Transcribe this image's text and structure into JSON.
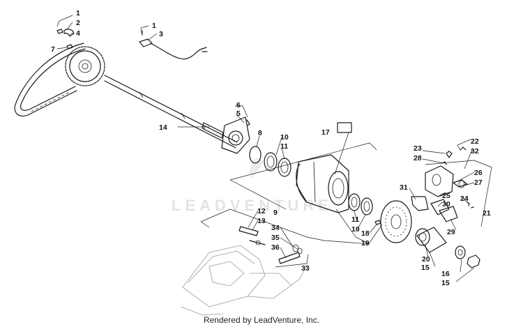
{
  "watermark": "LEADVENTURE",
  "footer": "Rendered by LeadVenture, Inc.",
  "callouts": [
    {
      "id": "c1a",
      "label": "1"
    },
    {
      "id": "c2",
      "label": "2"
    },
    {
      "id": "c4",
      "label": "4"
    },
    {
      "id": "c7",
      "label": "7"
    },
    {
      "id": "c1b",
      "label": "1"
    },
    {
      "id": "c3",
      "label": "3"
    },
    {
      "id": "c14",
      "label": "14"
    },
    {
      "id": "c6",
      "label": "6"
    },
    {
      "id": "c5",
      "label": "5"
    },
    {
      "id": "c8",
      "label": "8"
    },
    {
      "id": "c10a",
      "label": "10"
    },
    {
      "id": "c11a",
      "label": "11"
    },
    {
      "id": "c17",
      "label": "17"
    },
    {
      "id": "c9",
      "label": "9"
    },
    {
      "id": "c12",
      "label": "12"
    },
    {
      "id": "c13",
      "label": "13"
    },
    {
      "id": "c34",
      "label": "34"
    },
    {
      "id": "c35",
      "label": "35"
    },
    {
      "id": "c36",
      "label": "36"
    },
    {
      "id": "c33",
      "label": "33"
    },
    {
      "id": "c11b",
      "label": "11"
    },
    {
      "id": "c10b",
      "label": "10"
    },
    {
      "id": "c18",
      "label": "18"
    },
    {
      "id": "c19",
      "label": "19"
    },
    {
      "id": "c23",
      "label": "23"
    },
    {
      "id": "c28",
      "label": "28"
    },
    {
      "id": "c22",
      "label": "22"
    },
    {
      "id": "c32",
      "label": "32"
    },
    {
      "id": "c26",
      "label": "26"
    },
    {
      "id": "c27",
      "label": "27"
    },
    {
      "id": "c25",
      "label": "25"
    },
    {
      "id": "c31",
      "label": "31"
    },
    {
      "id": "c30",
      "label": "30"
    },
    {
      "id": "c24",
      "label": "24"
    },
    {
      "id": "c21",
      "label": "21"
    },
    {
      "id": "c29",
      "label": "29"
    },
    {
      "id": "c20",
      "label": "20"
    },
    {
      "id": "c15a",
      "label": "15"
    },
    {
      "id": "c16",
      "label": "16"
    },
    {
      "id": "c15b",
      "label": "15"
    }
  ]
}
